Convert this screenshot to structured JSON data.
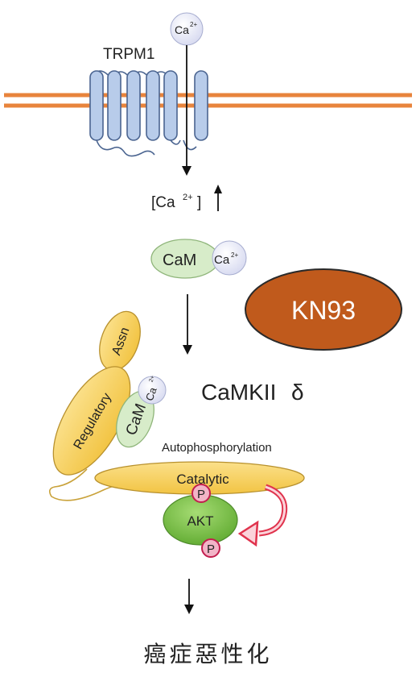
{
  "labels": {
    "channel": "TRPM1",
    "ion": "Ca",
    "ion_charge": "2+",
    "concentration_prefix": "[Ca",
    "concentration_suffix": "]",
    "concentration_arrow": "↑",
    "calmodulin": "CaM",
    "inhibitor": "KN93",
    "kinase_prefix": "CaMKII",
    "kinase_suffix": "δ",
    "domain_assn": "Assn",
    "domain_regulatory": "Regulatory",
    "domain_cam": "CaM",
    "process": "Autophosphorylation",
    "domain_catalytic": "Catalytic",
    "phospho": "P",
    "target": "AKT",
    "outcome": "癌症惡性化"
  },
  "colors": {
    "membrane": "#e8843c",
    "channel_fill": "#b8ccea",
    "channel_stroke": "#4a6490",
    "cam_fill": "#d7ecc9",
    "inhibitor_fill": "#c05a1c",
    "domain_fill": "#f7d467",
    "akt_fill": "#7cc24a",
    "phospho_fill": "#f2b4c7",
    "phospho_stroke": "#c21e4e",
    "feedback_arrow": "#e0334d"
  }
}
